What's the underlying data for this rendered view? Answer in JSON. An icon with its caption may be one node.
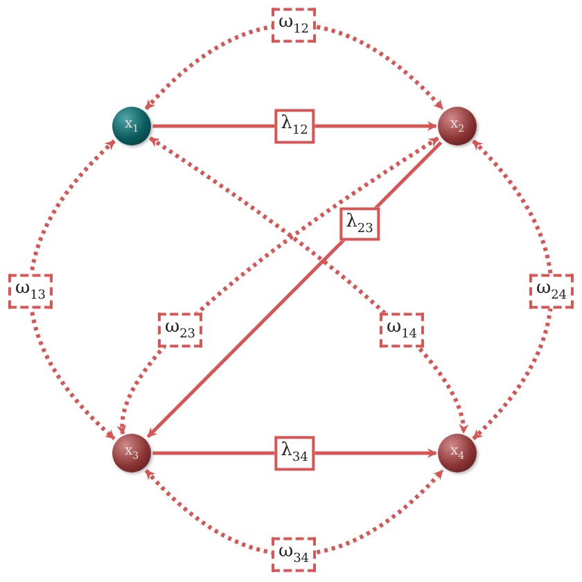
{
  "diagram": {
    "nodes": [
      {
        "text": [
          "x$_{1}$"
        ]
      },
      {
        "text": [
          "x$_{2}$"
        ]
      },
      {
        "text": [
          "x$_{3}$"
        ]
      },
      {
        "text": [
          "x$_{4}$"
        ]
      }
    ],
    "edges": [
      {
        "from": 0,
        "to": 1,
        "arrow": "to",
        "label": "λ$_{12}$"
      },
      {
        "from": 1,
        "to": 2,
        "arrow": "to",
        "label": "λ$_{23}$"
      },
      {
        "from": 2,
        "to": 3,
        "arrow": "to",
        "label": "λ$_{34}$"
      },
      {
        "from": 0,
        "to": 1,
        "arrow": "both",
        "label": "ω$_{12}$",
        "style": "dashed"
      },
      {
        "from": 0,
        "to": 2,
        "arrow": "both",
        "label": "ω$_{13}$",
        "style": "dashed"
      },
      {
        "from": 1,
        "to": 2,
        "arrow": "both",
        "label": "ω$_{23}$",
        "style": "dashed"
      },
      {
        "from": 0,
        "to": 3,
        "arrow": "both",
        "label": "ω$_{14}$",
        "style": "dashed"
      },
      {
        "from": 1,
        "to": 3,
        "arrow": "both",
        "label": "ω$_{24}$",
        "style": "dashed"
      },
      {
        "from": 2,
        "to": 3,
        "arrow": "both",
        "label": "ω$_{34}$",
        "style": "dashed"
      }
    ]
  }
}
